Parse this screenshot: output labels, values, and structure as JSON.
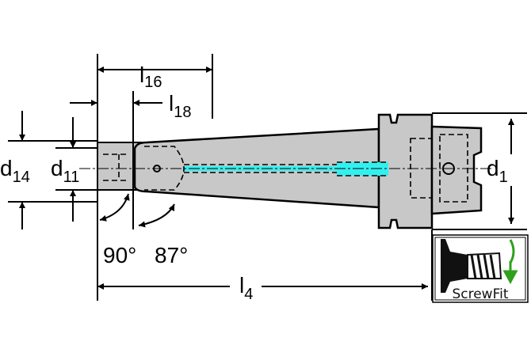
{
  "dimensions": {
    "l16": {
      "main": "l",
      "sub": "16"
    },
    "l18": {
      "main": "l",
      "sub": "18"
    },
    "d14": {
      "main": "d",
      "sub": "14"
    },
    "d11": {
      "main": "d",
      "sub": "11"
    },
    "d1": {
      "main": "d",
      "sub": "1"
    },
    "l4": {
      "main": "l",
      "sub": "4"
    }
  },
  "angles": {
    "a1": "90°",
    "a2": "87°"
  },
  "logo": {
    "text": "ScrewFit",
    "arrow_color": "#2ea01c"
  },
  "colors": {
    "body": "#c8c8c8",
    "coolant": "#33f0f0"
  }
}
